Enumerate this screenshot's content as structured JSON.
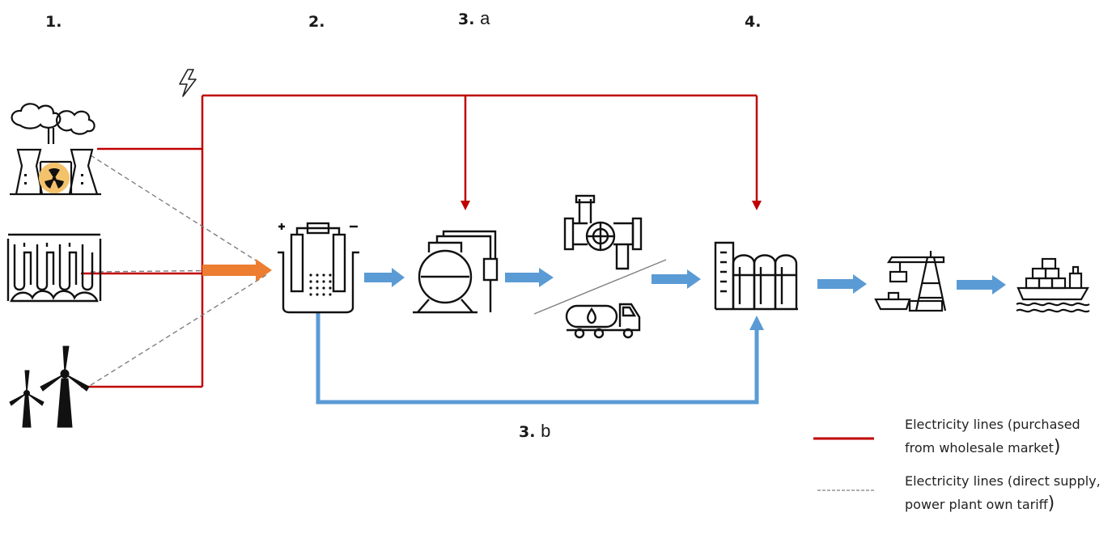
{
  "steps": {
    "s1": "1.",
    "s2": "2.",
    "s3a_num": "3.",
    "s3a_letter": "a",
    "s4": "4.",
    "s3b_num": "3.",
    "s3b_letter": "b"
  },
  "icons": {
    "nuclear": "nuclear-power-plant-icon",
    "hydro": "hydro-power-dam-icon",
    "wind": "wind-turbines-icon",
    "lightning": "lightning-bolt-icon",
    "electrolyser": "electrolyser-icon",
    "compressor": "compressor-tank-icon",
    "pipeline": "pipeline-valve-icon",
    "truck": "tanker-truck-icon",
    "storage": "storage-facility-icon",
    "port": "port-crane-icon",
    "ship": "cargo-ship-icon"
  },
  "colors": {
    "electricity_red": "#c00000",
    "flow_blue": "#5b9bd5",
    "dashed_grey": "#7f7f7f",
    "input_orange": "#ed7d31",
    "nuclear_yellow": "#f4c26b"
  },
  "legend": {
    "red_line": "Electricity lines (purchased from wholesale market",
    "red_line_paren": ")",
    "dashed_line": "Electricity lines (direct supply, power plant own tariff",
    "dashed_line_paren": ")"
  }
}
